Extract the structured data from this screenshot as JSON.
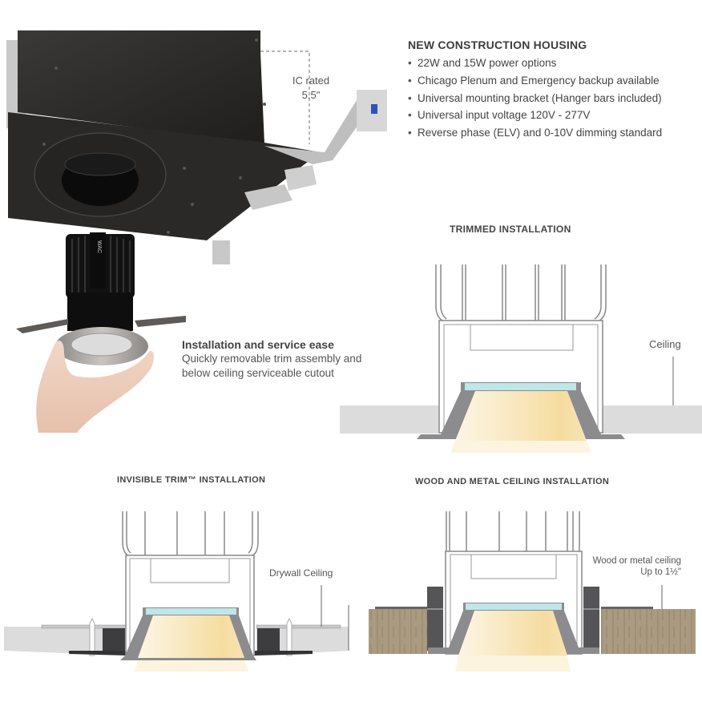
{
  "product_photo": {
    "housing_label": "IC rated",
    "housing_dimension": "5.5\"",
    "module_brand_mark": "WAC"
  },
  "features": {
    "title": "NEW CONSTRUCTION HOUSING",
    "items": [
      "22W and 15W power options",
      "Chicago Plenum and Emergency backup available",
      "Universal mounting bracket (Hanger bars included)",
      "Universal input voltage 120V - 277V",
      "Reverse phase (ELV) and 0-10V dimming standard"
    ]
  },
  "service": {
    "title": "Installation and service ease",
    "line1": "Quickly removable trim assembly and",
    "line2": "below ceiling serviceable cutout"
  },
  "diagrams": [
    {
      "title": "TRIMMED INSTALLATION",
      "callout": "Ceiling"
    },
    {
      "title": "INVISIBLE TRIM™ INSTALLATION",
      "callout": "Drywall Ceiling"
    },
    {
      "title": "WOOD AND METAL CEILING  INSTALLATION",
      "callout_line1": "Wood or metal ceiling",
      "callout_line2": "Up to 1½\""
    }
  ],
  "colors": {
    "housing": "#2b2a28",
    "ceiling": "#dcdcdc",
    "trim": "#8c8c8e",
    "lens": "#bfe6e8",
    "light": "#f7e3b0",
    "wood": "#a99a80",
    "gasket": "#555557"
  }
}
